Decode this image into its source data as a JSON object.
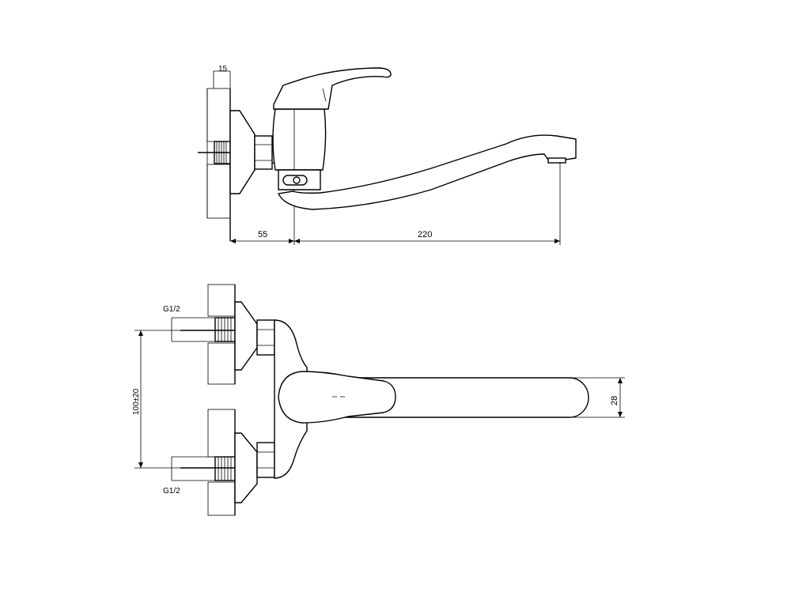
{
  "dimensions": {
    "wall_thickness": "15",
    "wall_to_body": "55",
    "spout_reach": "220",
    "inlet_thread_top": "G1/2",
    "inlet_thread_bottom": "G1/2",
    "inlet_spacing": "100±20",
    "spout_width": "28"
  }
}
